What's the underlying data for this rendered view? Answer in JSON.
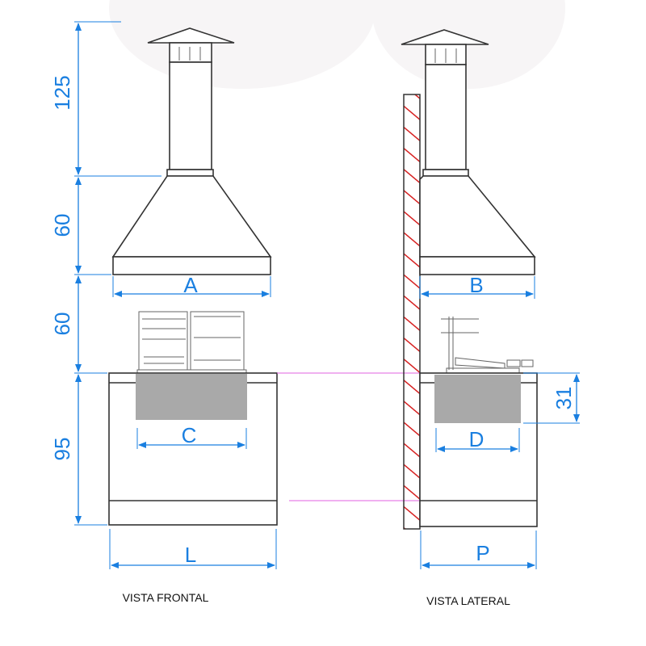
{
  "front_view": {
    "caption": "VISTA FRONTAL",
    "dims": {
      "a": "A",
      "c": "C",
      "l": "L"
    },
    "heights": {
      "chimney": "125",
      "hood": "60",
      "grill_space": "60",
      "base": "95"
    }
  },
  "side_view": {
    "caption": "VISTA LATERAL",
    "dims": {
      "b": "B",
      "d": "D",
      "p": "P",
      "firebox": "31"
    }
  },
  "colors": {
    "dimension": "#1a7fe0",
    "wall_hatch": "#d62020",
    "firebox": "#a9a9a9",
    "guide": "#e060e0"
  }
}
